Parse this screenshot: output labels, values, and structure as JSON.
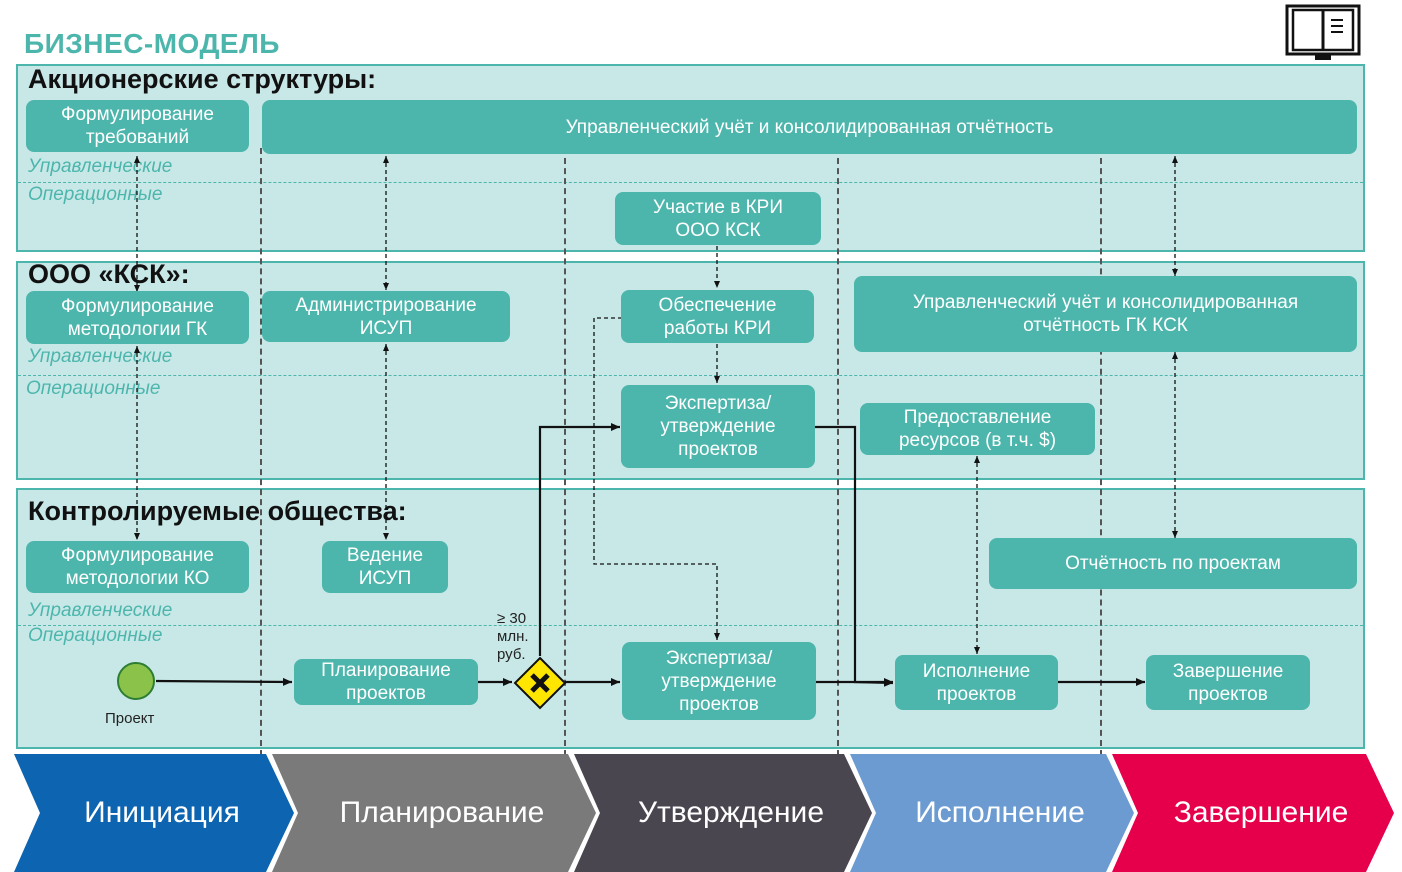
{
  "title": "БИЗНЕС-МОДЕЛЬ",
  "icons": {
    "corner": "book-icon",
    "gateway": "x-icon"
  },
  "colors": {
    "teal": "#4db6ac",
    "band_bg": "#c8e8e8",
    "initiation": "#0d64b0",
    "planning": "#7a7a7a",
    "approval": "#4a4650",
    "execution": "#6b9bd1",
    "completion": "#e6004c"
  },
  "lanes": {
    "managerial": "Управленческие",
    "operational": "Операционные"
  },
  "bands": {
    "shareholders": {
      "title": "Акционерские структуры:",
      "boxes": {
        "req": "Формулирование\nтребований",
        "mgmt": "Управленческий учёт и консолидированная отчётность",
        "kri": "Участие в КРИ\nООО КСК"
      }
    },
    "ksk": {
      "title": "ООО «КСК»:",
      "boxes": {
        "method_gk": "Формулирование\nметодологии ГК",
        "admin": "Администрирование\nИСУП",
        "kri_work": "Обеспечение\nработы КРИ",
        "mgmt_gk": "Управленческий учёт и консолидированная\nотчётность ГК КСК",
        "expert": "Экспертиза/\nутверждение\nпроектов",
        "resources": "Предоставление\nресурсов (в т.ч. $)"
      }
    },
    "controlled": {
      "title": "Контролируемые общества:",
      "boxes": {
        "method_ko": "Формулирование\nметодологии КО",
        "isup": "Ведение\nИСУП",
        "report": "Отчётность по проектам",
        "plan": "Планирование\nпроектов",
        "expert": "Экспертиза/\nутверждение\nпроектов",
        "exec": "Исполнение\nпроектов",
        "finish": "Завершение\nпроектов"
      },
      "start_label": "Проект",
      "gateway_label": "≥ 30\nмлн.\nруб."
    }
  },
  "stages": [
    "Инициация",
    "Планирование",
    "Утверждение",
    "Исполнение",
    "Завершение"
  ]
}
